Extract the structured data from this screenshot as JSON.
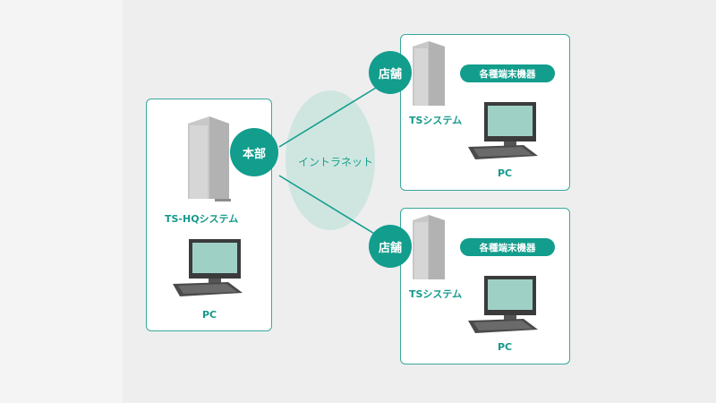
{
  "headquarters": {
    "node_label": "本部",
    "system_label": "TS-HQシステム",
    "pc_label": "PC"
  },
  "network": {
    "label": "イントラネット"
  },
  "stores": [
    {
      "node_label": "店舗",
      "system_label": "TSシステム",
      "device_label": "各種端末機器",
      "pc_label": "PC"
    },
    {
      "node_label": "店舗",
      "system_label": "TSシステム",
      "device_label": "各種端末機器",
      "pc_label": "PC"
    }
  ],
  "colors": {
    "accent": "#129d8d",
    "border": "#3aa89a",
    "cloud": "#cfe6e0",
    "screen": "#9fd0c6"
  },
  "icons": [
    "server-tower-icon",
    "desktop-pc-icon",
    "keyboard-icon"
  ]
}
